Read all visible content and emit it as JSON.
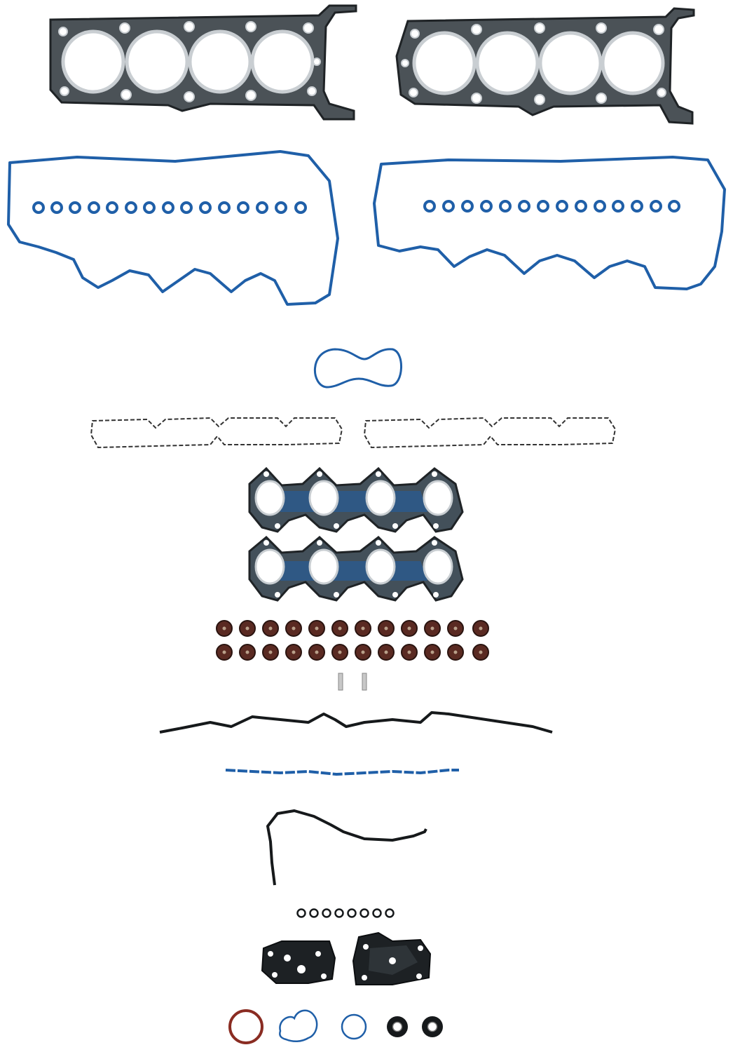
{
  "colors": {
    "background": "#ffffff",
    "head_gasket_fill": "#4b5257",
    "head_gasket_edge": "#1f2326",
    "blue_gasket": "#1f5fa8",
    "black_gasket": "#16191b",
    "seal_brown": "#5a2a22",
    "copper_ring": "#8a2c22",
    "thin_outline": "#333333"
  },
  "icons": {
    "cylinder_head_gasket": "head-gasket",
    "valve_cover_gasket": "valve-cover-gasket",
    "spark_plug_tube_seal": "o-ring",
    "exhaust_manifold_gasket": "manifold-gasket",
    "valve_stem_seal": "stem-seal"
  }
}
